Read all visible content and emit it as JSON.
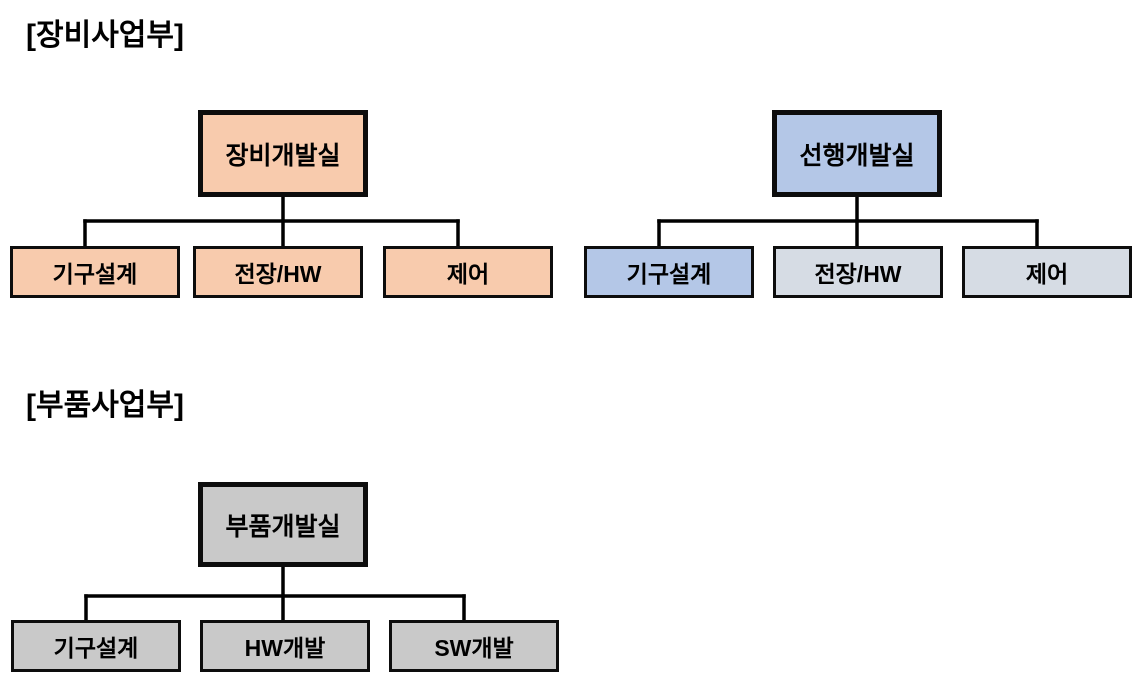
{
  "sections": {
    "equipment": {
      "heading": "[장비사업부]"
    },
    "parts": {
      "heading": "[부품사업부]"
    }
  },
  "trees": {
    "equipment_dev": {
      "root": "장비개발실",
      "children": [
        "기구설계",
        "전장/HW",
        "제어"
      ]
    },
    "advanced_dev": {
      "root": "선행개발실",
      "children": [
        "기구설계",
        "전장/HW",
        "제어"
      ]
    },
    "parts_dev": {
      "root": "부품개발실",
      "children": [
        "기구설계",
        "HW개발",
        "SW개발"
      ]
    }
  },
  "colors": {
    "peach": "#F8CBAD",
    "blue": "#B4C7E7",
    "blue_gray": "#D6DCE4",
    "gray": "#C9C9C9",
    "border": "#0D0D0D",
    "line": "#000000",
    "background": "#FFFFFF"
  }
}
